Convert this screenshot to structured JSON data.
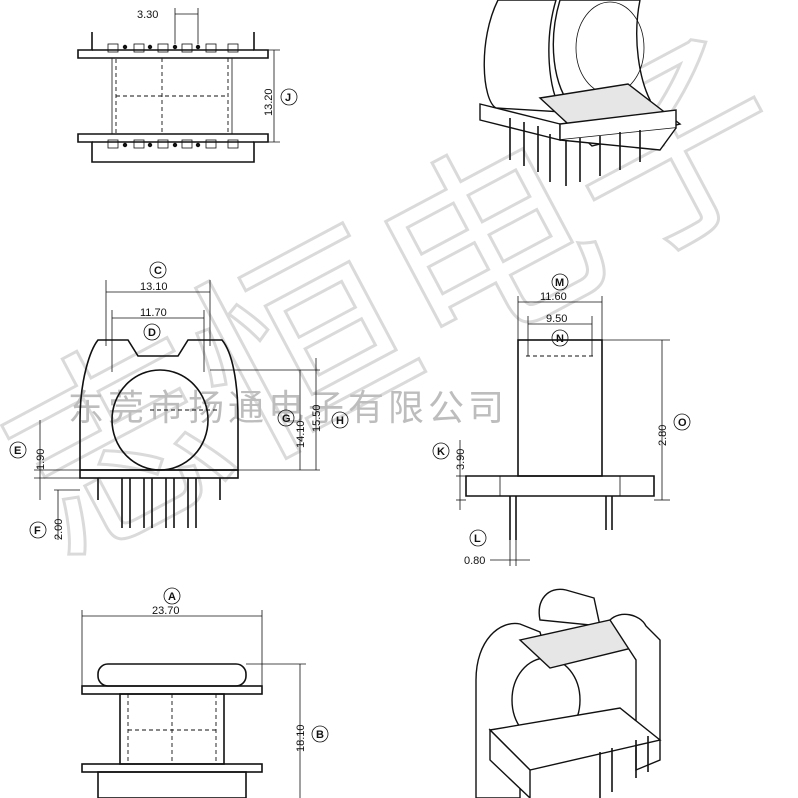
{
  "watermark": {
    "company_text": "东莞市扬通电子有限公司",
    "large_chars": "志恒电子"
  },
  "dimensions": {
    "pin_pitch": "3.30",
    "J_value": "13.20",
    "C_value": "13.10",
    "D_value": "11.70",
    "G_value": "14.10",
    "H_value": "15.50",
    "E_value": "1.90",
    "F_value": "2.00",
    "M_value": "11.60",
    "N_value": "9.50",
    "O_value": "2.80",
    "K_value": "3.90",
    "L_value": "0.80",
    "A_value": "23.70",
    "B_value": "18.10"
  },
  "labels": {
    "J": "J",
    "C": "C",
    "D": "D",
    "G": "G",
    "H": "H",
    "E": "E",
    "F": "F",
    "M": "M",
    "N": "N",
    "O": "O",
    "K": "K",
    "L": "L",
    "A": "A",
    "B": "B"
  }
}
